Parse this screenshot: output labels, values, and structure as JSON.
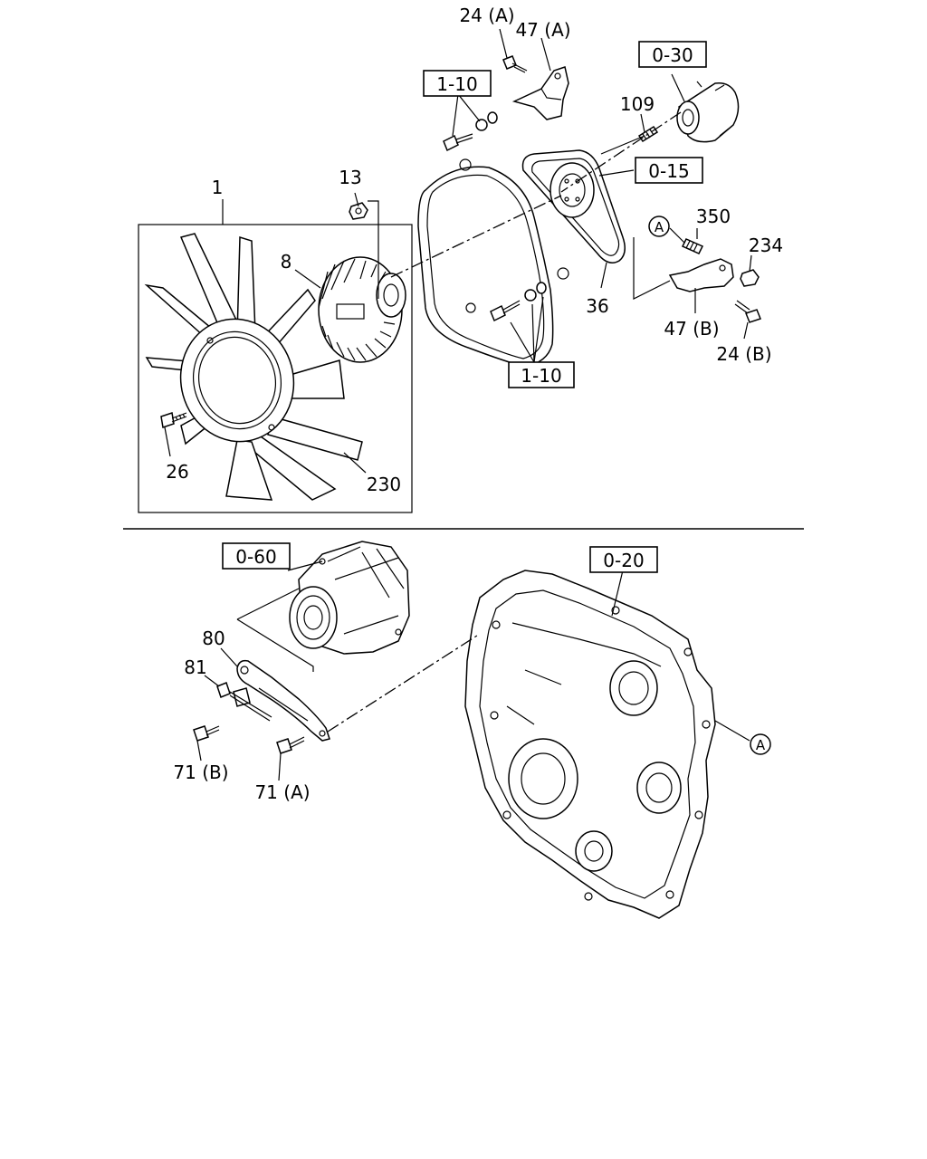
{
  "callouts": {
    "part_1": "1",
    "part_8": "8",
    "part_13": "13",
    "part_26": "26",
    "part_230": "230",
    "part_24a": "24 (A)",
    "part_47a": "47 (A)",
    "part_109": "109",
    "part_36": "36",
    "part_350": "350",
    "part_234": "234",
    "part_47b": "47 (B)",
    "part_24b": "24 (B)",
    "part_80": "80",
    "part_81": "81",
    "part_71b": "71 (B)",
    "part_71a": "71 (A)"
  },
  "references": {
    "ref_1_10_top": "1-10",
    "ref_1_10_bottom": "1-10",
    "ref_0_30": "0-30",
    "ref_0_15": "0-15",
    "ref_0_60": "0-60",
    "ref_0_20": "0-20"
  },
  "markers": {
    "a_upper": "A",
    "a_lower": "A"
  }
}
